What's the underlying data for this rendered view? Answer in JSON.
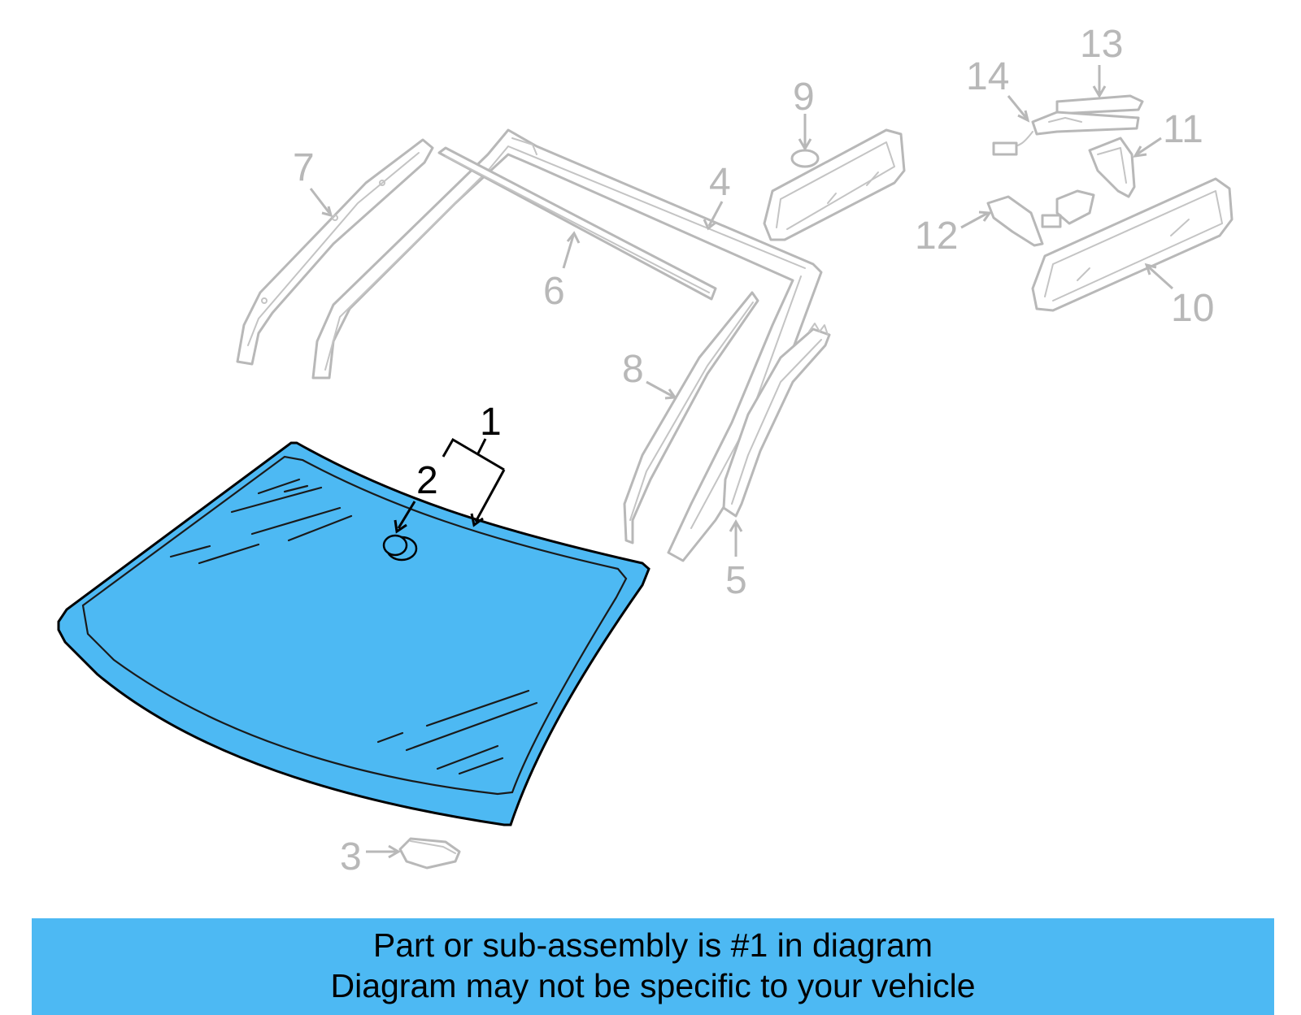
{
  "colors": {
    "highlight": "#4db9f3",
    "banner": "#4db9f3",
    "ghost": "#b8b8b8",
    "outline": "#000000"
  },
  "callouts": {
    "c1": "1",
    "c2": "2",
    "c3": "3",
    "c4": "4",
    "c5": "5",
    "c6": "6",
    "c7": "7",
    "c8": "8",
    "c9": "9",
    "c10": "10",
    "c11": "11",
    "c12": "12",
    "c13": "13",
    "c14": "14"
  },
  "banner": {
    "line1": "Part or sub-assembly is #1 in diagram",
    "line2": "Diagram may not be specific to your vehicle"
  }
}
